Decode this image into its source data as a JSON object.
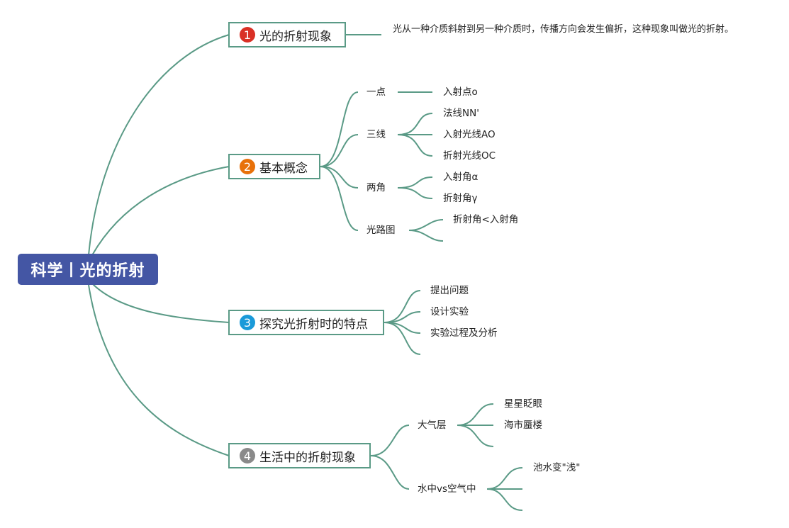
{
  "root": {
    "title": "科学丨光的折射"
  },
  "topics": [
    {
      "num": "1",
      "label": "光的折射现象",
      "color": "#d93025"
    },
    {
      "num": "2",
      "label": "基本概念",
      "color": "#e8710a"
    },
    {
      "num": "3",
      "label": "探究光折射时的特点",
      "color": "#1a9ad9"
    },
    {
      "num": "4",
      "label": "生活中的折射现象",
      "color": "#8a8a8a"
    }
  ],
  "t1": {
    "desc": "光从一种介质斜射到另一种介质时，传播方向会发生偏折，这种现象叫做光的折射。"
  },
  "t2": {
    "yidian": "一点",
    "yidian_c1": "入射点o",
    "sanxian": "三线",
    "sanxian_c1": "法线NN'",
    "sanxian_c2": "入射光线AO",
    "sanxian_c3": "折射光线OC",
    "liangjiao": "两角",
    "liangjiao_c1": "入射角α",
    "liangjiao_c2": "折射角γ",
    "guanglu": "光路图",
    "guanglu_c1": "折射角<入射角"
  },
  "t3": {
    "c1": "提出问题",
    "c2": "设计实验",
    "c3": "实验过程及分析"
  },
  "t4": {
    "daqi": "大气层",
    "daqi_c1": "星星眨眼",
    "daqi_c2": "海市蜃楼",
    "shuizhong": "水中vs空气中",
    "shuizhong_c1": "池水变\"浅\""
  },
  "colors": {
    "line": "#5a9a86",
    "root_bg": "#4456a4"
  }
}
